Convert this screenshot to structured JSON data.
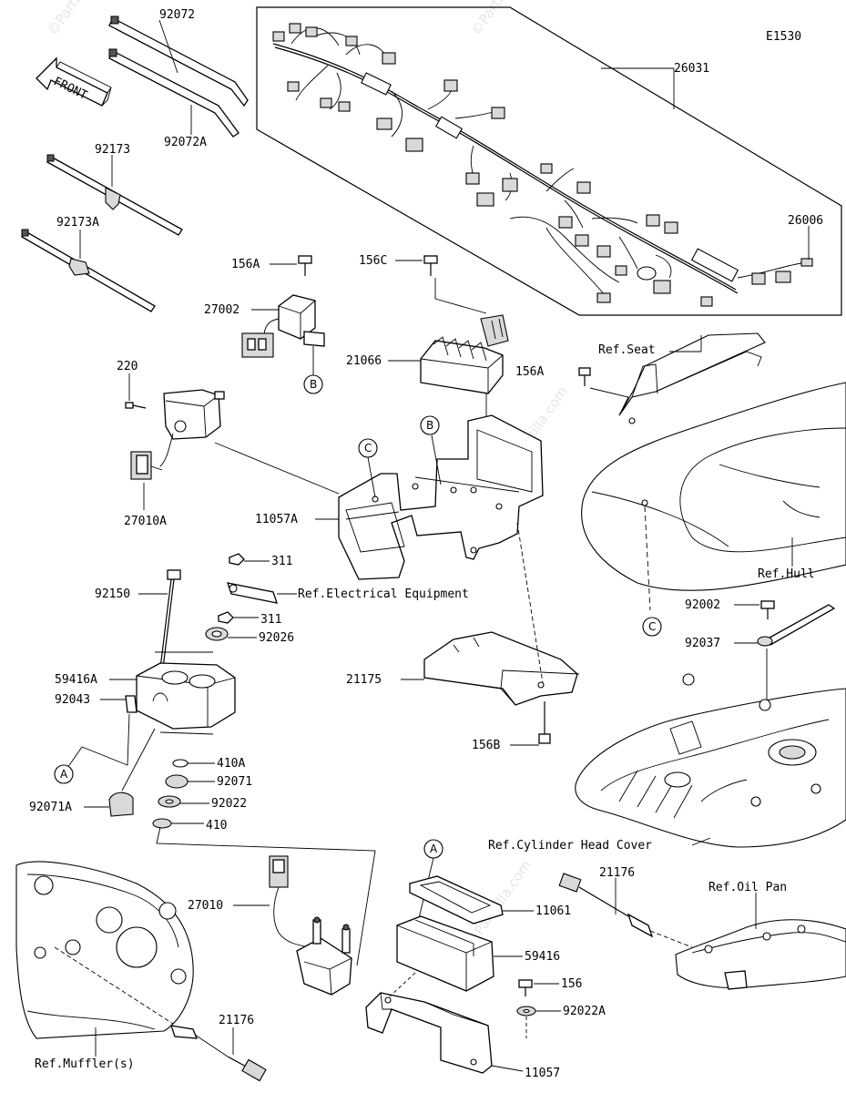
{
  "diagram_code": "E1530",
  "watermark": "©Partzilla.com",
  "front_label": "FRONT",
  "part_labels": {
    "p92072": "92072",
    "p92072A": "92072A",
    "p92173": "92173",
    "p92173A": "92173A",
    "p26031": "26031",
    "p26006": "26006",
    "p156A_top": "156A",
    "p156C": "156C",
    "p27002": "27002",
    "p21066": "21066",
    "p156A_seat": "156A",
    "p220": "220",
    "p27010A": "27010A",
    "p11057A": "11057A",
    "p311_a": "311",
    "p311_b": "311",
    "p92150": "92150",
    "p92026": "92026",
    "p59416A": "59416A",
    "p92043": "92043",
    "p92071A": "92071A",
    "p410A": "410A",
    "p92071": "92071",
    "p92022": "92022",
    "p410": "410",
    "p21175": "21175",
    "p156B": "156B",
    "p92002": "92002",
    "p92037": "92037",
    "p27010": "27010",
    "p11061": "11061",
    "p59416": "59416",
    "p156": "156",
    "p92022A": "92022A",
    "p11057": "11057",
    "p21176_right": "21176",
    "p21176_left": "21176"
  },
  "reference_labels": {
    "seat": "Ref.Seat",
    "hull": "Ref.Hull",
    "electrical": "Ref.Electrical Equipment",
    "cylinder_head_cover": "Ref.Cylinder Head Cover",
    "oil_pan": "Ref.Oil Pan",
    "muffler": "Ref.Muffler(s)"
  },
  "callouts": {
    "B_relay": "B",
    "B_bracket": "B",
    "C_bracket": "C",
    "C_hull": "C",
    "A_bottom_left": "A",
    "A_center": "A"
  }
}
